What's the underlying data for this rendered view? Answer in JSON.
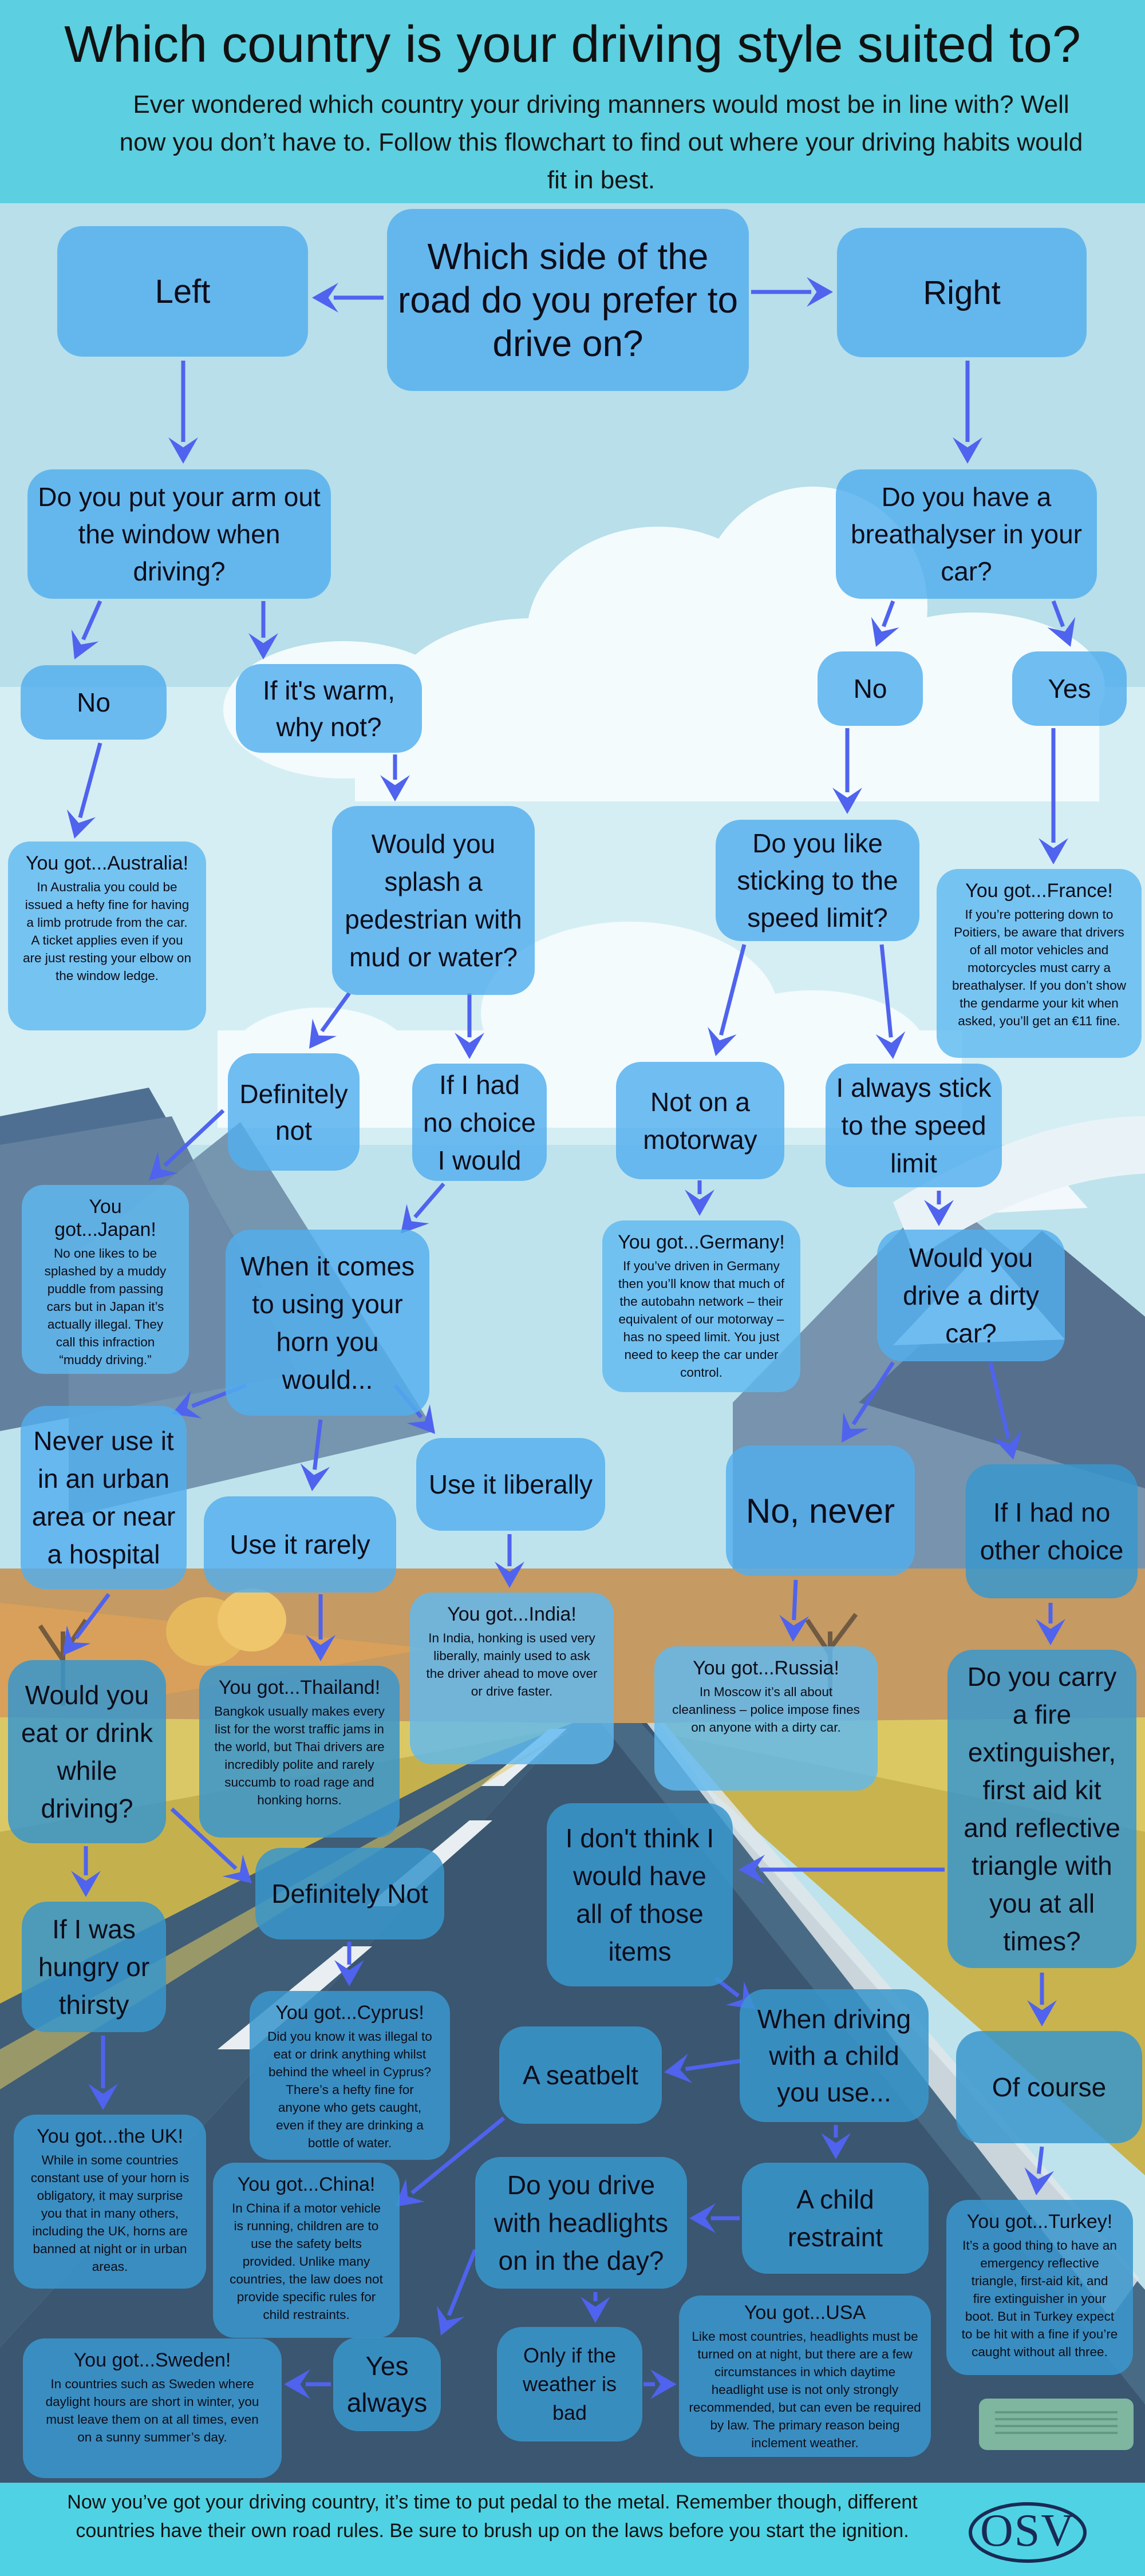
{
  "header": {
    "title": "Which country is your driving style suited to?",
    "intro": "Ever wondered which country your driving manners would most be in line with? Well now you don’t have to. Follow this flowchart to find out where your driving habits would fit in best."
  },
  "nodes": {
    "q_side": "Which side of the road do you prefer to drive on?",
    "left": "Left",
    "right": "Right",
    "q_arm": "Do you put your arm out the window when driving?",
    "q_breath": "Do you have a breathalyser in your car?",
    "arm_no": "No",
    "arm_warm": "If it's warm, why not?",
    "breath_no": "No",
    "breath_yes": "Yes",
    "q_splash": "Would you splash a pedestrian with mud or water?",
    "q_speed": "Do you like sticking to the speed limit?",
    "splash_definitely_not": "Definitely not",
    "splash_no_choice": "If I had no choice I would",
    "speed_not_motorway": "Not on a motorway",
    "speed_always": "I always stick to the speed limit",
    "q_horn": "When it comes to using your horn you would...",
    "q_dirty": "Would you drive a dirty car?",
    "horn_never": "Never use it in an urban area or near a hospital",
    "horn_rarely": "Use it rarely",
    "horn_liberally": "Use it liberally",
    "dirty_never": "No, never",
    "dirty_no_choice": "If I had no other choice",
    "q_eat": "Would you eat or drink while driving?",
    "q_kit": "Do you carry a fire extinguisher, first aid kit and reflective triangle with you at all times?",
    "eat_definitely_not": "Definitely Not",
    "kit_dont_think": "I don't think I would have all of those items",
    "eat_hungry": "If I was hungry or thirsty",
    "q_child": "When driving with a child you use...",
    "kit_of_course": "Of course",
    "child_seatbelt": "A seatbelt",
    "child_restraint": "A child restraint",
    "q_headlights": "Do you drive with headlights on in the day?",
    "head_yes": "Yes always",
    "head_weather": "Only if the weather is bad"
  },
  "results": {
    "australia": {
      "title": "You got...Australia!",
      "body": "In Australia you could be issued a hefty fine for having a limb protrude from the car. A ticket applies even if you are just resting your elbow on the window ledge."
    },
    "france": {
      "title": "You got...France!",
      "body": "If you’re pottering down to Poitiers, be aware that drivers of all motor vehicles and motorcycles must carry a breathalyser. If you don’t show the gendarme your kit when asked, you’ll get an €11 fine."
    },
    "japan": {
      "title": "You got...Japan!",
      "body": "No one likes to be splashed by a muddy puddle from passing cars but in Japan it’s actually illegal. They call this infraction “muddy driving.”"
    },
    "germany": {
      "title": "You got...Germany!",
      "body": "If you’ve driven in Germany then you’ll know that much of the autobahn network – their equivalent of our motorway – has no speed limit. You just need to keep the car under control."
    },
    "india": {
      "title": "You got...India!",
      "body": "In India, honking is used very liberally, mainly used to ask the driver ahead to move over or drive faster."
    },
    "thailand": {
      "title": "You got...Thailand!",
      "body": "Bangkok usually makes every list for the worst traffic jams in the world, but Thai drivers are incredibly polite and rarely succumb to road rage and honking horns."
    },
    "russia": {
      "title": "You got...Russia!",
      "body": "In Moscow it’s all about cleanliness – police impose fines on anyone with a dirty car."
    },
    "cyprus": {
      "title": "You got...Cyprus!",
      "body": "Did you know it was illegal to eat or drink anything whilst behind the wheel in Cyprus? There’s a hefty fine for anyone who gets caught, even if they are drinking a bottle of water."
    },
    "uk": {
      "title": "You got...the UK!",
      "body": "While in some countries constant use of your horn is obligatory, it may surprise you that in many others, including the UK, horns are banned at night or in urban areas."
    },
    "china": {
      "title": "You got...China!",
      "body": "In China if a motor vehicle is running, children are to use the safety belts provided. Unlike many countries, the law does not provide specific rules for child restraints."
    },
    "turkey": {
      "title": "You got...Turkey!",
      "body": "It’s a good thing to have an emergency reflective triangle, first-aid kit, and fire extinguisher in your boot. But in Turkey expect to be hit with a fine if you’re caught without all three."
    },
    "usa": {
      "title": "You got...USA",
      "body": "Like most countries, headlights must be turned on at night, but there are a few circumstances in which daytime headlight use is not only strongly recommended, but can even be required by law. The primary reason being inclement weather."
    },
    "sweden": {
      "title": "You got...Sweden!",
      "body": "In countries such as Sweden where daylight hours are short in winter, you must leave them on at all times, even on a sunny summer’s day."
    }
  },
  "footer": {
    "outro": "Now you’ve got your driving country, it’s time to put pedal to the metal. Remember though, different countries have their own road rules. Be sure to brush up on the laws before you start the ignition.",
    "logo_text": "OSV"
  },
  "colors": {
    "header": "#5ccfe0",
    "footer": "#4fd3e4",
    "node": "#52afee",
    "arrow": "#4f63ee",
    "road": "#3e5a70",
    "hills": "#c9b35a"
  }
}
